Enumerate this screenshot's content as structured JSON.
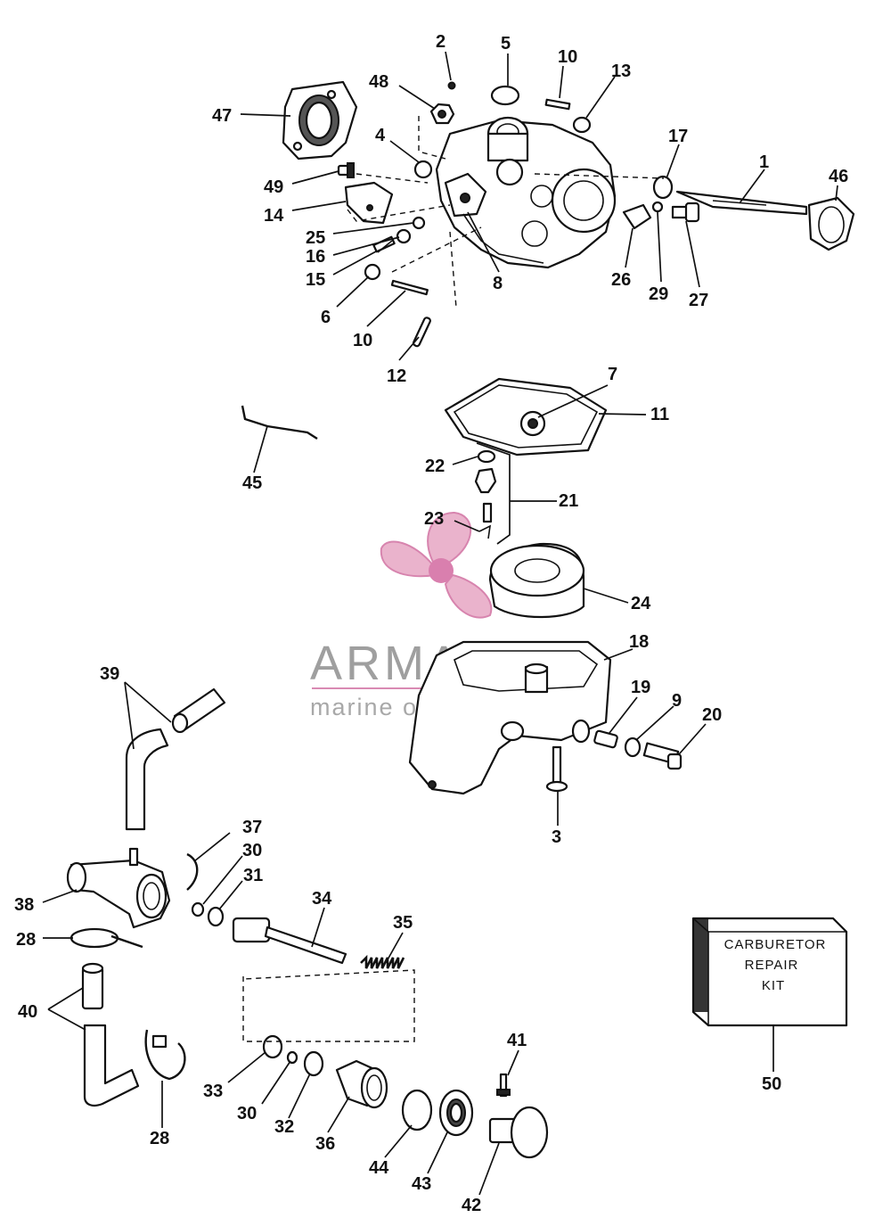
{
  "diagram": {
    "kit_box": {
      "line1": "CARBURETOR",
      "line2": "REPAIR",
      "line3": "KIT"
    },
    "watermark": {
      "brand": "ARMADA",
      "tagline": "marine outboards"
    },
    "callouts": [
      {
        "id": "c1",
        "text": "1"
      },
      {
        "id": "c2",
        "text": "2"
      },
      {
        "id": "c3",
        "text": "3"
      },
      {
        "id": "c4",
        "text": "4"
      },
      {
        "id": "c5",
        "text": "5"
      },
      {
        "id": "c6",
        "text": "6"
      },
      {
        "id": "c7",
        "text": "7"
      },
      {
        "id": "c8",
        "text": "8"
      },
      {
        "id": "c9",
        "text": "9"
      },
      {
        "id": "c10a",
        "text": "10"
      },
      {
        "id": "c10b",
        "text": "10"
      },
      {
        "id": "c11",
        "text": "11"
      },
      {
        "id": "c12",
        "text": "12"
      },
      {
        "id": "c13",
        "text": "13"
      },
      {
        "id": "c14",
        "text": "14"
      },
      {
        "id": "c15",
        "text": "15"
      },
      {
        "id": "c16",
        "text": "16"
      },
      {
        "id": "c17",
        "text": "17"
      },
      {
        "id": "c18",
        "text": "18"
      },
      {
        "id": "c19",
        "text": "19"
      },
      {
        "id": "c20",
        "text": "20"
      },
      {
        "id": "c21",
        "text": "21"
      },
      {
        "id": "c22",
        "text": "22"
      },
      {
        "id": "c23",
        "text": "23"
      },
      {
        "id": "c24",
        "text": "24"
      },
      {
        "id": "c25",
        "text": "25"
      },
      {
        "id": "c26",
        "text": "26"
      },
      {
        "id": "c27",
        "text": "27"
      },
      {
        "id": "c28a",
        "text": "28"
      },
      {
        "id": "c28b",
        "text": "28"
      },
      {
        "id": "c29",
        "text": "29"
      },
      {
        "id": "c30a",
        "text": "30"
      },
      {
        "id": "c30b",
        "text": "30"
      },
      {
        "id": "c31",
        "text": "31"
      },
      {
        "id": "c32",
        "text": "32"
      },
      {
        "id": "c33",
        "text": "33"
      },
      {
        "id": "c34",
        "text": "34"
      },
      {
        "id": "c35",
        "text": "35"
      },
      {
        "id": "c36",
        "text": "36"
      },
      {
        "id": "c37",
        "text": "37"
      },
      {
        "id": "c38",
        "text": "38"
      },
      {
        "id": "c39",
        "text": "39"
      },
      {
        "id": "c40",
        "text": "40"
      },
      {
        "id": "c41",
        "text": "41"
      },
      {
        "id": "c42",
        "text": "42"
      },
      {
        "id": "c43",
        "text": "43"
      },
      {
        "id": "c44",
        "text": "44"
      },
      {
        "id": "c45",
        "text": "45"
      },
      {
        "id": "c46",
        "text": "46"
      },
      {
        "id": "c47",
        "text": "47"
      },
      {
        "id": "c48",
        "text": "48"
      },
      {
        "id": "c49",
        "text": "49"
      },
      {
        "id": "c50",
        "text": "50"
      }
    ]
  }
}
